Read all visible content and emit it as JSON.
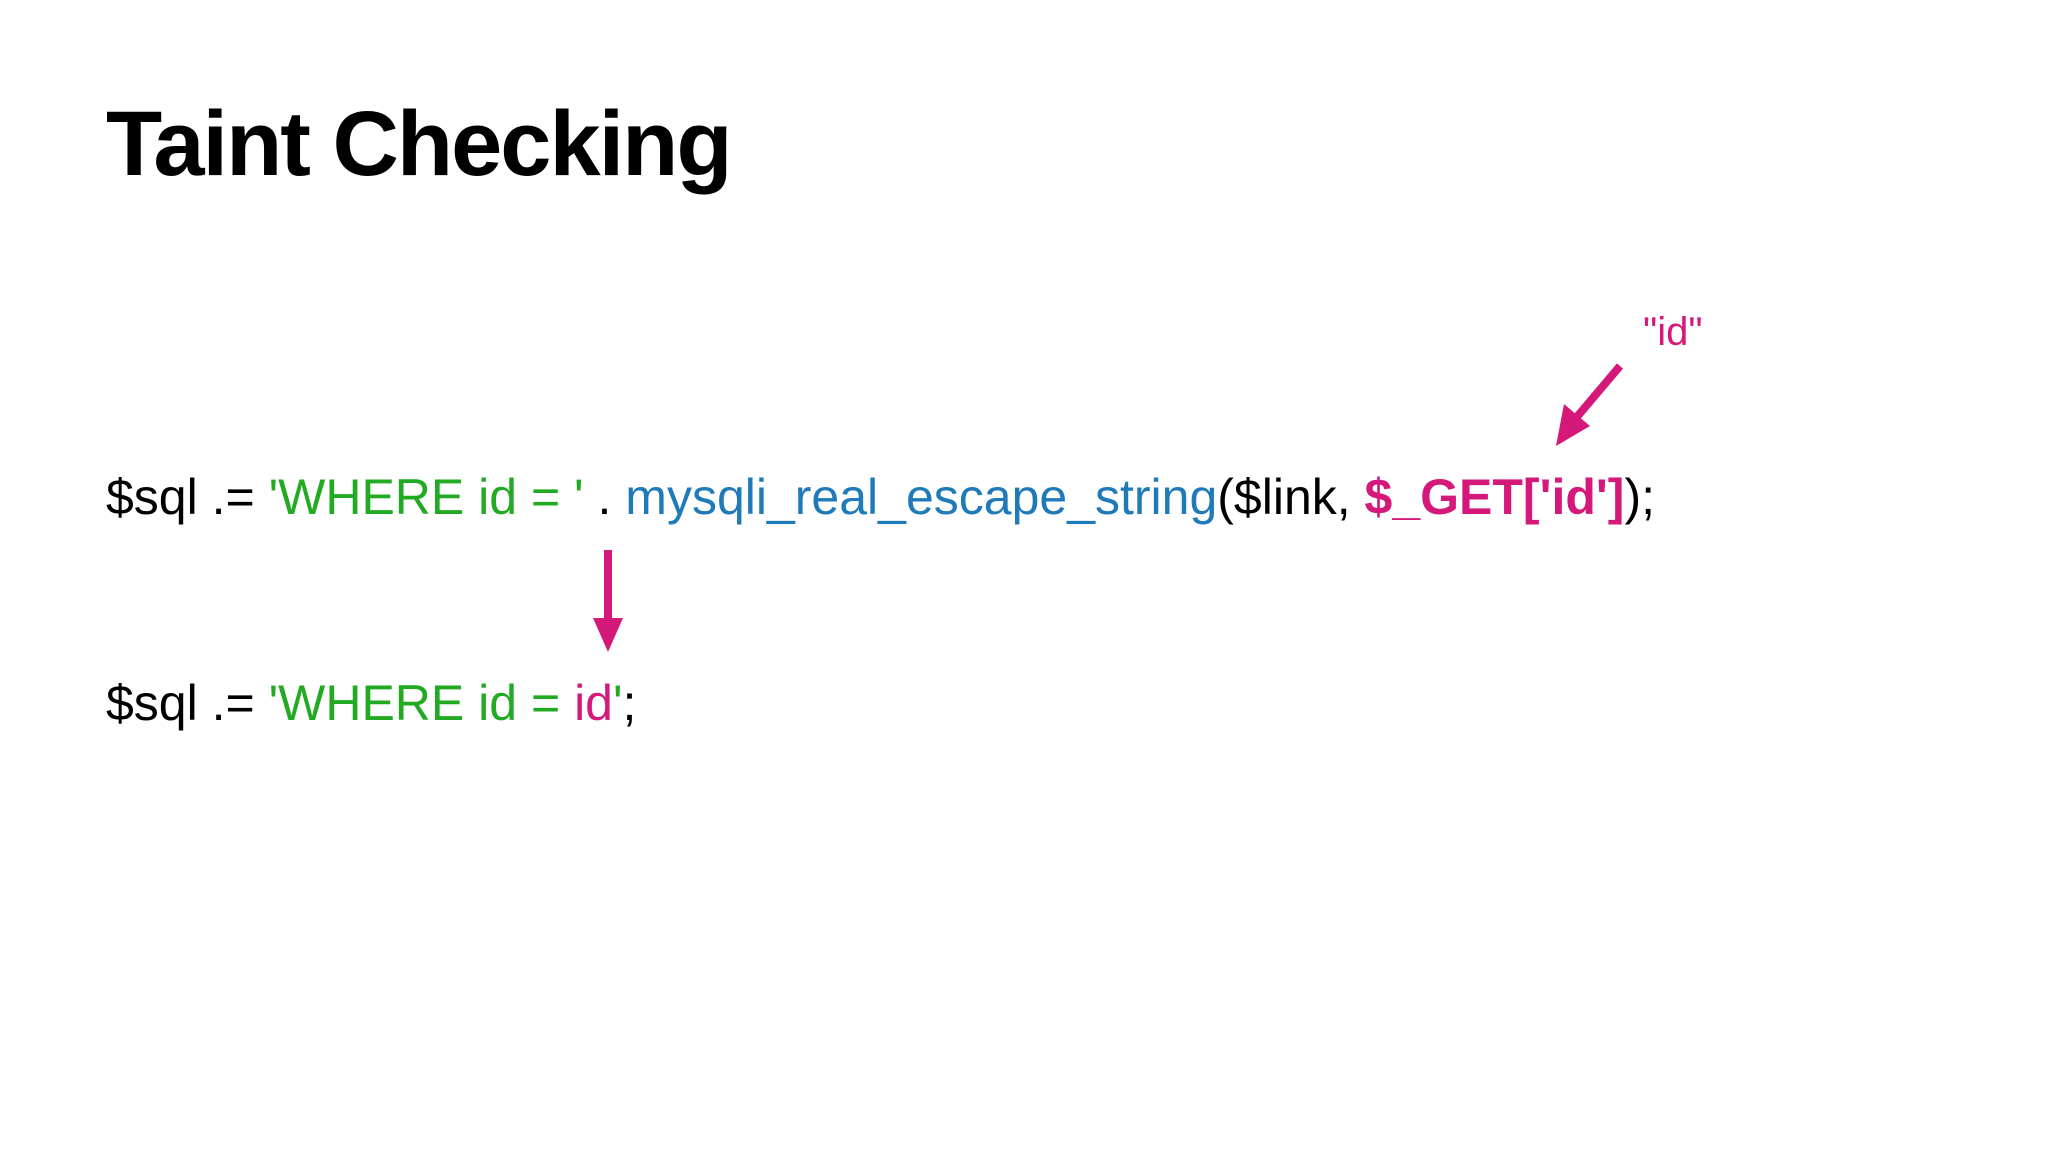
{
  "slide": {
    "title": "Taint Checking",
    "annotation": "\"id\"",
    "line1": {
      "t1": "$sql .= ",
      "t2": "'WHERE id = '",
      "t3": " . ",
      "t4": "mysqli_real_escape_string",
      "t5": "($link, ",
      "t6": "$_GET['id']",
      "t7": ");"
    },
    "line2": {
      "t1": "$sql .= ",
      "t2": "'WHERE id = ",
      "t3": "id",
      "t4": "'",
      "t5": ";"
    }
  },
  "colors": {
    "plain": "#000000",
    "string": "#22aa22",
    "function": "#1e7ab8",
    "taint": "#d4197a"
  }
}
